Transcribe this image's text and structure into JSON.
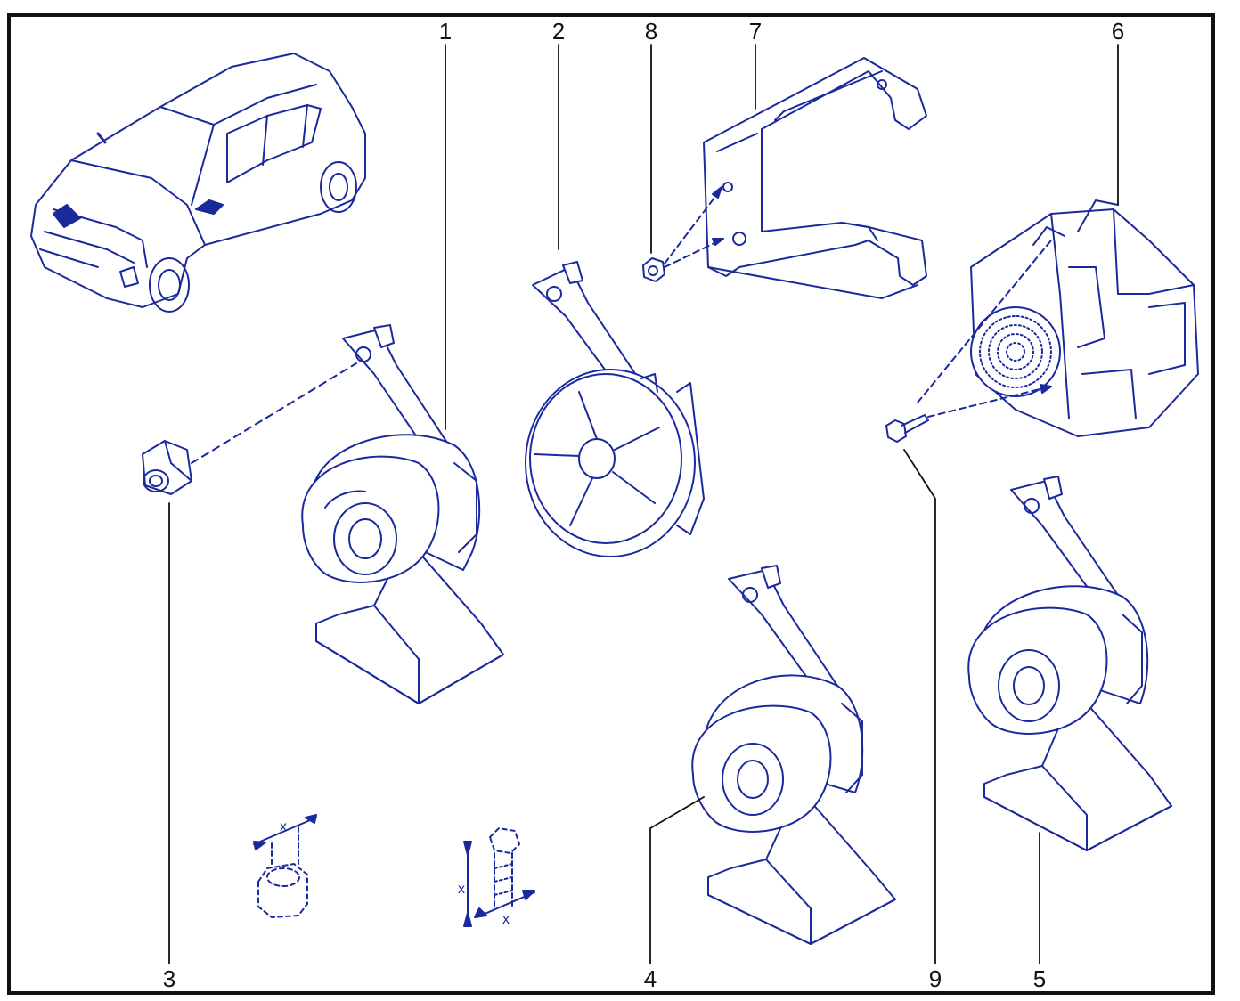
{
  "colors": {
    "line": "#1a2a9c",
    "fill": "#ffffff",
    "callout": "#111111",
    "frame": "#111111"
  },
  "callouts": {
    "c1": "1",
    "c2": "2",
    "c3": "3",
    "c4": "4",
    "c5": "5",
    "c6": "6",
    "c7": "7",
    "c8": "8",
    "c9": "9"
  },
  "dimension_marks": {
    "nut_dim": "x",
    "bolt_dim_len": "x",
    "bolt_dim_dia": "x"
  },
  "parts": [
    {
      "id": "c1",
      "depicts": "horn"
    },
    {
      "id": "c2",
      "depicts": "disc-horn"
    },
    {
      "id": "c3",
      "depicts": "nut"
    },
    {
      "id": "c4",
      "depicts": "horn"
    },
    {
      "id": "c5",
      "depicts": "horn"
    },
    {
      "id": "c6",
      "depicts": "electronic-sounder"
    },
    {
      "id": "c7",
      "depicts": "mounting-bracket"
    },
    {
      "id": "c8",
      "depicts": "nut"
    },
    {
      "id": "c9",
      "depicts": "bolt"
    }
  ]
}
